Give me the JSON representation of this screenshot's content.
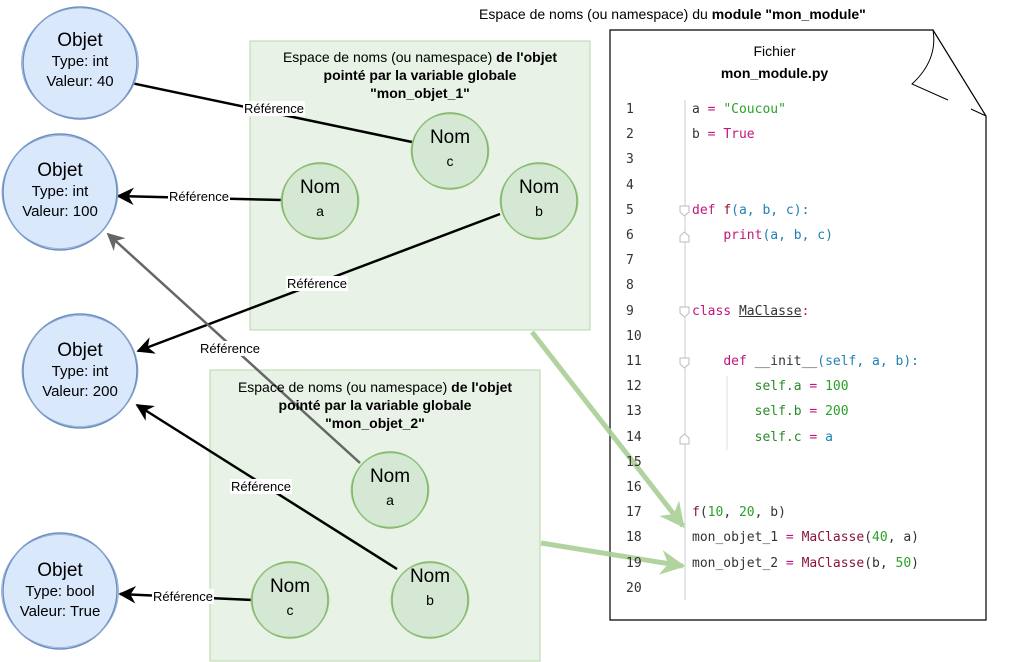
{
  "module_title": {
    "prefix": "Espace de noms (ou namespace) du ",
    "bold": "module \"mon_module\""
  },
  "file": {
    "label": "Fichier",
    "name": "mon_module.py"
  },
  "namespaces": [
    {
      "id": "ns1",
      "title_plain": "Espace de noms (ou namespace) ",
      "title_bold_1": "de l'objet",
      "title_bold_2": "pointé par la variable globale",
      "title_bold_3": "\"mon_objet_1\""
    },
    {
      "id": "ns2",
      "title_plain": "Espace de noms (ou namespace) ",
      "title_bold_1": "de l'objet",
      "title_bold_2": "pointé par la variable globale",
      "title_bold_3": "\"mon_objet_2\""
    }
  ],
  "objects": [
    {
      "title": "Objet",
      "type": "Type: int",
      "value": "Valeur: 40"
    },
    {
      "title": "Objet",
      "type": "Type: int",
      "value": "Valeur: 100"
    },
    {
      "title": "Objet",
      "type": "Type: int",
      "value": "Valeur: 200"
    },
    {
      "title": "Objet",
      "type": "Type: bool",
      "value": "Valeur: True"
    }
  ],
  "names": [
    {
      "namespace": "mon_objet_1",
      "label": "Nom",
      "var": "c",
      "refers_to": "Valeur: 40"
    },
    {
      "namespace": "mon_objet_1",
      "label": "Nom",
      "var": "a",
      "refers_to": "Valeur: 100"
    },
    {
      "namespace": "mon_objet_1",
      "label": "Nom",
      "var": "b",
      "refers_to": "Valeur: 200"
    },
    {
      "namespace": "mon_objet_2",
      "label": "Nom",
      "var": "a",
      "refers_to": "Valeur: 100"
    },
    {
      "namespace": "mon_objet_2",
      "label": "Nom",
      "var": "b",
      "refers_to": "Valeur: 200"
    },
    {
      "namespace": "mon_objet_2",
      "label": "Nom",
      "var": "c",
      "refers_to": "Valeur: True"
    }
  ],
  "reference_label": "Référence",
  "colors": {
    "object_fill": "#dae8fc",
    "object_stroke": "#6c8ebf",
    "name_fill": "#d5e8d4",
    "name_stroke": "#82b366",
    "namespace_fill": "#e8f2e6",
    "namespace_stroke": "#b7d7a8",
    "green_arrow": "#a9cf95"
  },
  "code": [
    {
      "n": "1",
      "tokens": [
        [
          "plain",
          "a "
        ],
        [
          "kw",
          "="
        ],
        [
          "plain",
          " "
        ],
        [
          "str",
          "\"Coucou\""
        ]
      ]
    },
    {
      "n": "2",
      "tokens": [
        [
          "plain",
          "b "
        ],
        [
          "kw",
          "="
        ],
        [
          "plain",
          " "
        ],
        [
          "kw",
          "True"
        ]
      ]
    },
    {
      "n": "3",
      "tokens": []
    },
    {
      "n": "4",
      "tokens": []
    },
    {
      "n": "5",
      "tokens": [
        [
          "kw",
          "def"
        ],
        [
          "plain",
          " "
        ],
        [
          "fn",
          "f"
        ],
        [
          "blu",
          "(a, b, c):"
        ]
      ]
    },
    {
      "n": "6",
      "tokens": [
        [
          "plain",
          "    "
        ],
        [
          "kw",
          "print"
        ],
        [
          "blu",
          "(a, b, c)"
        ]
      ]
    },
    {
      "n": "7",
      "tokens": []
    },
    {
      "n": "8",
      "tokens": []
    },
    {
      "n": "9",
      "tokens": [
        [
          "kw",
          "class"
        ],
        [
          "plain",
          " "
        ],
        [
          "plain",
          "MaClasse"
        ],
        [
          "kw",
          ":"
        ]
      ]
    },
    {
      "n": "10",
      "tokens": []
    },
    {
      "n": "11",
      "tokens": [
        [
          "plain",
          "    "
        ],
        [
          "kw",
          "def"
        ],
        [
          "plain",
          " "
        ],
        [
          "plain",
          "__init__"
        ],
        [
          "blu",
          "(self, a, b):"
        ]
      ]
    },
    {
      "n": "12",
      "tokens": [
        [
          "plain",
          "        "
        ],
        [
          "slf",
          "self.a "
        ],
        [
          "kw",
          "="
        ],
        [
          "plain",
          " "
        ],
        [
          "num",
          "100"
        ]
      ]
    },
    {
      "n": "13",
      "tokens": [
        [
          "plain",
          "        "
        ],
        [
          "slf",
          "self.b "
        ],
        [
          "kw",
          "="
        ],
        [
          "plain",
          " "
        ],
        [
          "num",
          "200"
        ]
      ]
    },
    {
      "n": "14",
      "tokens": [
        [
          "plain",
          "        "
        ],
        [
          "slf",
          "self.c "
        ],
        [
          "kw",
          "="
        ],
        [
          "plain",
          " "
        ],
        [
          "blu",
          "a"
        ]
      ]
    },
    {
      "n": "15",
      "tokens": []
    },
    {
      "n": "16",
      "tokens": []
    },
    {
      "n": "17",
      "tokens": [
        [
          "fn",
          "f"
        ],
        [
          "plain",
          "("
        ],
        [
          "num",
          "10"
        ],
        [
          "plain",
          ", "
        ],
        [
          "num",
          "20"
        ],
        [
          "plain",
          ", b)"
        ]
      ]
    },
    {
      "n": "18",
      "tokens": [
        [
          "plain",
          "mon_objet_1 "
        ],
        [
          "kw",
          "="
        ],
        [
          "plain",
          " "
        ],
        [
          "cls",
          "MaClasse"
        ],
        [
          "plain",
          "("
        ],
        [
          "num",
          "40"
        ],
        [
          "plain",
          ", a)"
        ]
      ]
    },
    {
      "n": "19",
      "tokens": [
        [
          "plain",
          "mon_objet_2 "
        ],
        [
          "kw",
          "="
        ],
        [
          "plain",
          " "
        ],
        [
          "cls",
          "MaClasse"
        ],
        [
          "plain",
          "(b, "
        ],
        [
          "num",
          "50"
        ],
        [
          "plain",
          ")"
        ]
      ]
    },
    {
      "n": "20",
      "tokens": []
    }
  ]
}
